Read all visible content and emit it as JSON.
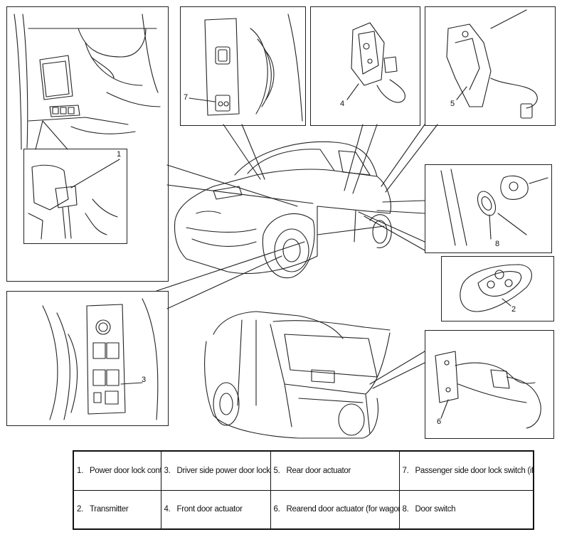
{
  "callouts": {
    "c1": "1",
    "c2": "2",
    "c3": "3",
    "c4": "4",
    "c5": "5",
    "c6": "6",
    "c7": "7",
    "c8": "8"
  },
  "legend": {
    "rows": [
      [
        {
          "num": "1.",
          "text": "Power door lock controller"
        },
        {
          "num": "3.",
          "text": "Driver side power door lock switch"
        },
        {
          "num": "5.",
          "text": "Rear door actuator"
        },
        {
          "num": "7.",
          "text": "Passenger side door lock switch (if equipped)"
        }
      ],
      [
        {
          "num": "2.",
          "text": "Transmitter"
        },
        {
          "num": "4.",
          "text": "Front door actuator"
        },
        {
          "num": "6.",
          "text": "Rearend door actuator (for wagon model)"
        },
        {
          "num": "8.",
          "text": "Door switch"
        }
      ]
    ]
  },
  "colors": {
    "line": "#222222",
    "background": "#ffffff"
  }
}
